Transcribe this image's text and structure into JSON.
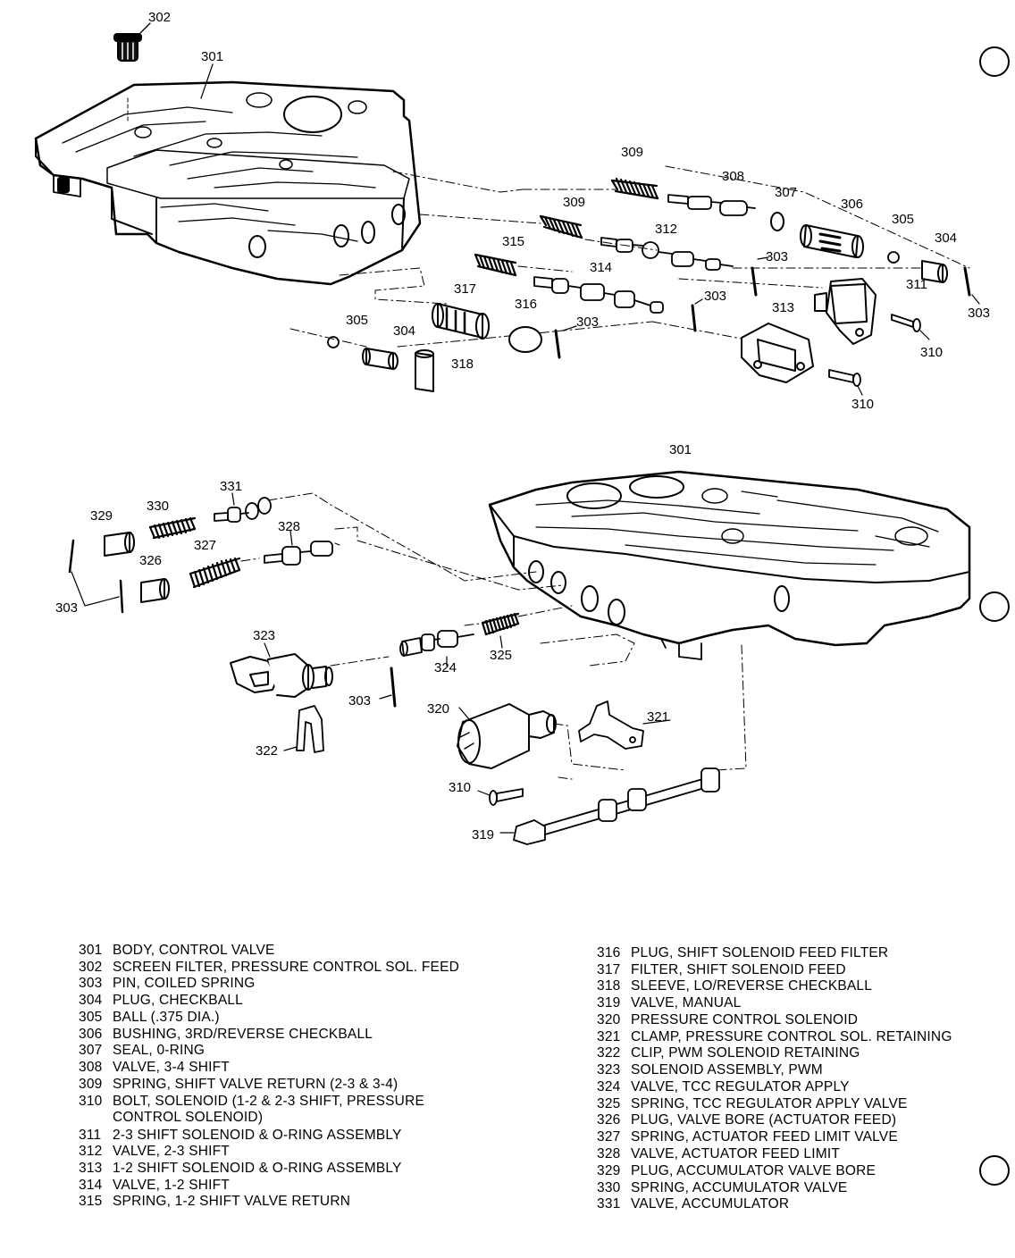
{
  "callouts": [
    {
      "id": "c302a",
      "text": "302"
    },
    {
      "id": "c301a",
      "text": "301"
    },
    {
      "id": "c309a",
      "text": "309"
    },
    {
      "id": "c308",
      "text": "308"
    },
    {
      "id": "c307",
      "text": "307"
    },
    {
      "id": "c306",
      "text": "306"
    },
    {
      "id": "c305a",
      "text": "305"
    },
    {
      "id": "c304a",
      "text": "304"
    },
    {
      "id": "c309b",
      "text": "309"
    },
    {
      "id": "c312",
      "text": "312"
    },
    {
      "id": "c303a",
      "text": "303"
    },
    {
      "id": "c315",
      "text": "315"
    },
    {
      "id": "c314",
      "text": "314"
    },
    {
      "id": "c311",
      "text": "311"
    },
    {
      "id": "c303b",
      "text": "303"
    },
    {
      "id": "c303c",
      "text": "303"
    },
    {
      "id": "c317",
      "text": "317"
    },
    {
      "id": "c316",
      "text": "316"
    },
    {
      "id": "c303d",
      "text": "303"
    },
    {
      "id": "c313",
      "text": "313"
    },
    {
      "id": "c310a",
      "text": "310"
    },
    {
      "id": "c305b",
      "text": "305"
    },
    {
      "id": "c304b",
      "text": "304"
    },
    {
      "id": "c318",
      "text": "318"
    },
    {
      "id": "c310b",
      "text": "310"
    },
    {
      "id": "c301b",
      "text": "301"
    },
    {
      "id": "c331",
      "text": "331"
    },
    {
      "id": "c330",
      "text": "330"
    },
    {
      "id": "c329",
      "text": "329"
    },
    {
      "id": "c328",
      "text": "328"
    },
    {
      "id": "c327",
      "text": "327"
    },
    {
      "id": "c326",
      "text": "326"
    },
    {
      "id": "c303e",
      "text": "303"
    },
    {
      "id": "c323",
      "text": "323"
    },
    {
      "id": "c324",
      "text": "324"
    },
    {
      "id": "c325",
      "text": "325"
    },
    {
      "id": "c303f",
      "text": "303"
    },
    {
      "id": "c320",
      "text": "320"
    },
    {
      "id": "c321",
      "text": "321"
    },
    {
      "id": "c322",
      "text": "322"
    },
    {
      "id": "c310c",
      "text": "310"
    },
    {
      "id": "c319",
      "text": "319"
    }
  ],
  "legend_left": [
    {
      "num": "301",
      "text": "BODY, CONTROL VALVE"
    },
    {
      "num": "302",
      "text": "SCREEN FILTER, PRESSURE CONTROL SOL. FEED"
    },
    {
      "num": "303",
      "text": "PIN, COILED SPRING"
    },
    {
      "num": "304",
      "text": "PLUG, CHECKBALL"
    },
    {
      "num": "305",
      "text": "BALL (.375 DIA.)"
    },
    {
      "num": "306",
      "text": "BUSHING, 3RD/REVERSE CHECKBALL"
    },
    {
      "num": "307",
      "text": "SEAL, 0-RING"
    },
    {
      "num": "308",
      "text": "VALVE, 3-4 SHIFT"
    },
    {
      "num": "309",
      "text": "SPRING, SHIFT VALVE RETURN (2-3 & 3-4)"
    },
    {
      "num": "310",
      "text": "BOLT, SOLENOID (1-2 & 2-3 SHIFT, PRESSURE"
    },
    {
      "num": "",
      "text": "CONTROL SOLENOID)"
    },
    {
      "num": "311",
      "text": "2-3 SHIFT SOLENOID & O-RING ASSEMBLY"
    },
    {
      "num": "312",
      "text": "VALVE, 2-3 SHIFT"
    },
    {
      "num": "313",
      "text": "1-2 SHIFT SOLENOID & O-RING ASSEMBLY"
    },
    {
      "num": "314",
      "text": "VALVE, 1-2 SHIFT"
    },
    {
      "num": "315",
      "text": "SPRING, 1-2 SHIFT VALVE RETURN"
    }
  ],
  "legend_right": [
    {
      "num": "316",
      "text": "PLUG, SHIFT SOLENOID FEED FILTER"
    },
    {
      "num": "317",
      "text": "FILTER, SHIFT SOLENOID FEED"
    },
    {
      "num": "318",
      "text": "SLEEVE, LO/REVERSE CHECKBALL"
    },
    {
      "num": "319",
      "text": "VALVE, MANUAL"
    },
    {
      "num": "320",
      "text": "PRESSURE CONTROL SOLENOID"
    },
    {
      "num": "321",
      "text": "CLAMP, PRESSURE CONTROL SOL. RETAINING"
    },
    {
      "num": "322",
      "text": "CLIP, PWM SOLENOID RETAINING"
    },
    {
      "num": "323",
      "text": "SOLENOID ASSEMBLY, PWM"
    },
    {
      "num": "324",
      "text": "VALVE, TCC REGULATOR APPLY"
    },
    {
      "num": "325",
      "text": "SPRING, TCC REGULATOR APPLY VALVE"
    },
    {
      "num": "326",
      "text": "PLUG, VALVE BORE (ACTUATOR FEED)"
    },
    {
      "num": "327",
      "text": "SPRING, ACTUATOR FEED LIMIT VALVE"
    },
    {
      "num": "328",
      "text": "VALVE, ACTUATOR FEED LIMIT"
    },
    {
      "num": "329",
      "text": "PLUG, ACCUMULATOR VALVE BORE"
    },
    {
      "num": "330",
      "text": "SPRING, ACCUMULATOR VALVE"
    },
    {
      "num": "331",
      "text": "VALVE, ACCUMULATOR"
    }
  ]
}
